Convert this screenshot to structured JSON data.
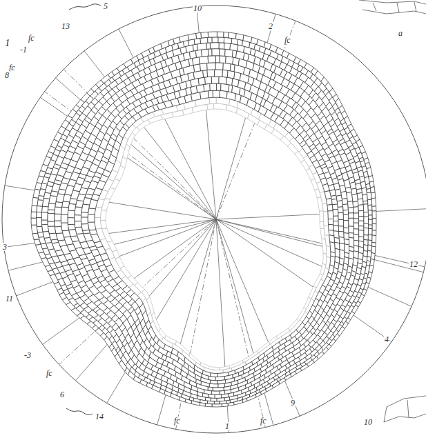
{
  "diagram": {
    "labels": [
      "1",
      "fc",
      "13",
      "5",
      "10",
      "2",
      "fc",
      "-1",
      "fc",
      "8",
      "3",
      "11",
      "-3",
      "fc",
      "6",
      "14",
      "fc",
      "1",
      "fc",
      "9",
      "4",
      "12",
      "a",
      "10"
    ]
  }
}
